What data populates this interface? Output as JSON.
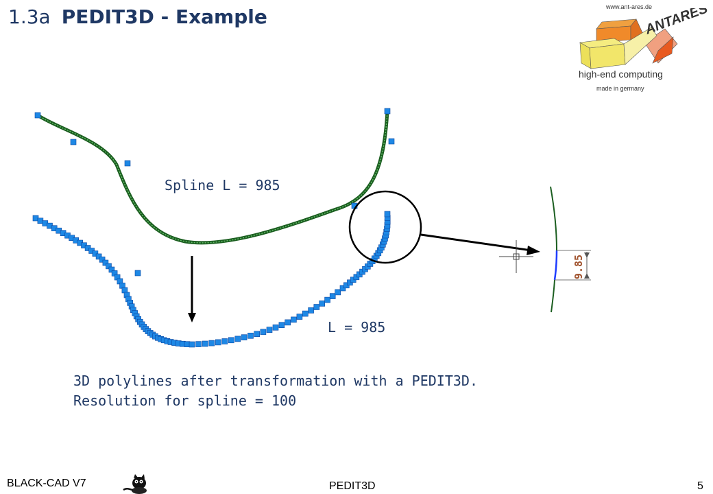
{
  "slide": {
    "number_label": "1.3a",
    "title": "PEDIT3D - Example",
    "spline_label": "Spline L = 985",
    "length_label": "L = 985",
    "description_lines": [
      "3D polylines after transformation with a PEDIT3D.",
      "Resolution for spline = 100"
    ],
    "dimension_value": "9.85"
  },
  "logo": {
    "url": "www.ant-ares.de",
    "brand": "ANTARES",
    "tagline": "high-end computing",
    "made_in": "made in germany"
  },
  "footer": {
    "left": "BLACK-CAD V7",
    "center": "PEDIT3D",
    "page": "5"
  },
  "colors": {
    "title": "#1f3864",
    "curve": "#2e7d32",
    "markers": "#1e88e5"
  }
}
